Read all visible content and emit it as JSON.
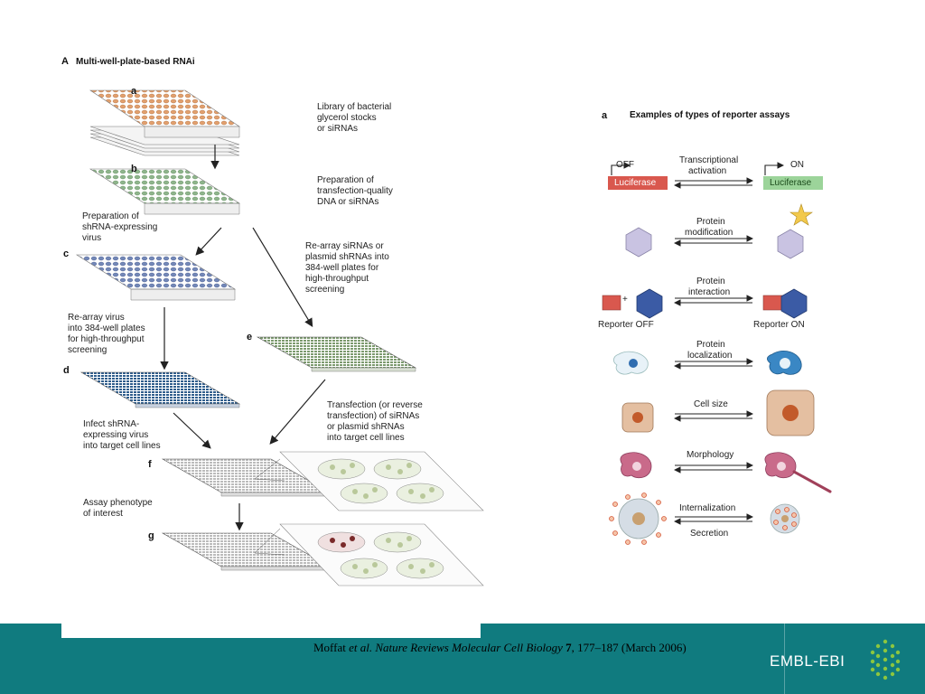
{
  "panel_A": {
    "title_letter": "A",
    "title": "Multi-well-plate-based RNAi",
    "steps": {
      "a": "a",
      "b": "b",
      "c": "c",
      "d": "d",
      "e": "e",
      "f": "f",
      "g": "g"
    },
    "labels": {
      "a": [
        "Library of bacterial",
        "glycerol stocks",
        "or siRNAs"
      ],
      "b": [
        "Preparation of",
        "transfection-quality",
        "DNA or siRNAs"
      ],
      "shrna_prep": [
        "Preparation of",
        "shRNA-expressing",
        "virus"
      ],
      "rearray_sirna": [
        "Re-array siRNAs or",
        "plasmid shRNAs into",
        "384-well plates for",
        "high-throughput",
        "screening"
      ],
      "rearray_virus": [
        "Re-array virus",
        "into 384-well plates",
        "for high-throughput",
        "screening"
      ],
      "infect": [
        "Infect shRNA-",
        "expressing virus",
        "into target cell lines"
      ],
      "transfect": [
        "Transfection (or reverse",
        "transfection) of siRNAs",
        "or plasmid shRNAs",
        "into target cell lines"
      ],
      "assay": [
        "Assay phenotype",
        "of interest"
      ]
    }
  },
  "panel_a": {
    "letter": "a",
    "title": "Examples of types of reporter assays",
    "rows": [
      {
        "label": [
          "Transcriptional",
          "activation"
        ],
        "left_text": "OFF",
        "right_text": "ON",
        "left_box": "Luciferase",
        "right_box": "Luciferase"
      },
      {
        "label": [
          "Protein",
          "modification"
        ]
      },
      {
        "label": [
          "Protein",
          "interaction"
        ],
        "left_caption": "Reporter OFF",
        "right_caption": "Reporter ON",
        "plus": "+"
      },
      {
        "label": [
          "Protein",
          "localization"
        ]
      },
      {
        "label": [
          "Cell size"
        ]
      },
      {
        "label": [
          "Morphology"
        ]
      },
      {
        "label": [
          "Internalization"
        ],
        "label_below": "Secretion"
      }
    ]
  },
  "footer": {
    "author": "Moffat",
    "etal": "et al.",
    "journal": "Nature Reviews Molecular Cell Biology",
    "volume": "7",
    "pages": ", 177–187 (March 2006)",
    "logo": "EMBL-EBI"
  },
  "colors": {
    "footer_bg": "#107b7f",
    "plate_orange": "#e2a06e",
    "plate_green": "#8fb58c",
    "plate_blue": "#7388b8",
    "plate_dark_blue": "#2f5d8c",
    "luciferase_red": "#d9584e",
    "luciferase_green": "#9cd49a",
    "hexagon": "#c9c3e2"
  }
}
